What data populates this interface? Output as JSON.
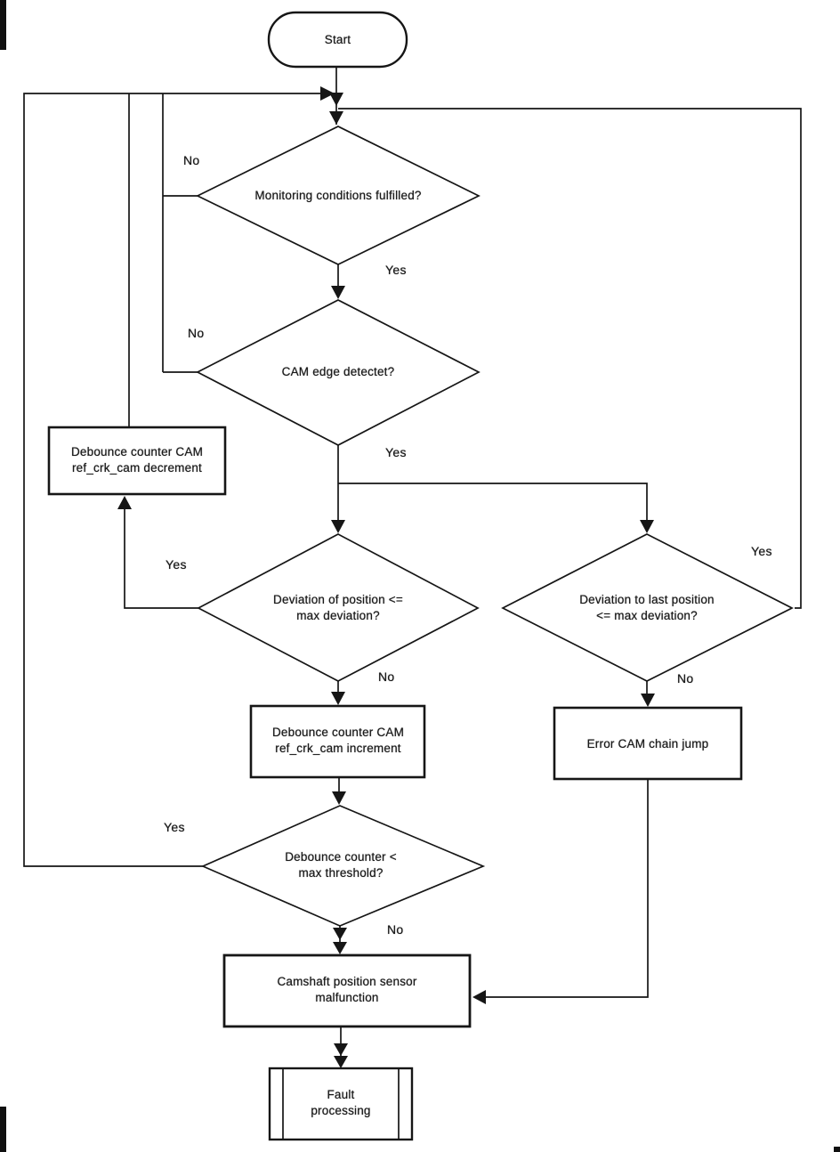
{
  "diagram": {
    "nodes": {
      "start": {
        "label": "Start"
      },
      "monitoring": {
        "label": "Monitoring conditions fulfilled?"
      },
      "cam_edge": {
        "label": "CAM edge detectet?"
      },
      "debounce_decrement": {
        "line1": "Debounce counter CAM",
        "line2": "ref_crk_cam decrement"
      },
      "deviation_position": {
        "line1": "Deviation of position <=",
        "line2": "max deviation?"
      },
      "deviation_last": {
        "line1": "Deviation to last position",
        "line2": "<= max deviation?"
      },
      "debounce_increment": {
        "line1": "Debounce counter CAM",
        "line2": "ref_crk_cam increment"
      },
      "error_chain_jump": {
        "label": "Error CAM chain jump"
      },
      "debounce_threshold": {
        "line1": "Debounce counter <",
        "line2": "max threshold?"
      },
      "sensor_malfunction": {
        "line1": "Camshaft position sensor",
        "line2": "malfunction"
      },
      "fault_processing": {
        "line1": "Fault",
        "line2": "processing"
      }
    },
    "edge_labels": {
      "monitoring_no": "No",
      "monitoring_yes": "Yes",
      "cam_edge_no": "No",
      "cam_edge_yes": "Yes",
      "deviation_position_yes": "Yes",
      "deviation_position_no": "No",
      "deviation_last_yes": "Yes",
      "deviation_last_no": "No",
      "threshold_yes": "Yes",
      "threshold_no": "No"
    },
    "colors": {
      "ink": "#161616",
      "background": "#ffffff"
    }
  }
}
